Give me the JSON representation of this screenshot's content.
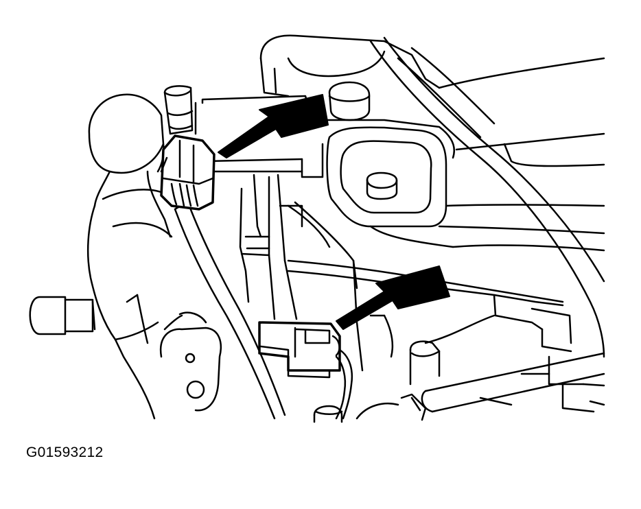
{
  "figure": {
    "id_label": "G01593212",
    "line_color": "#000000",
    "fill_color": "#ffffff",
    "arrows": [
      {
        "name": "upper-callout-arrow",
        "points_to": "upper-connector"
      },
      {
        "name": "lower-callout-arrow",
        "points_to": "lower-connector"
      }
    ]
  }
}
